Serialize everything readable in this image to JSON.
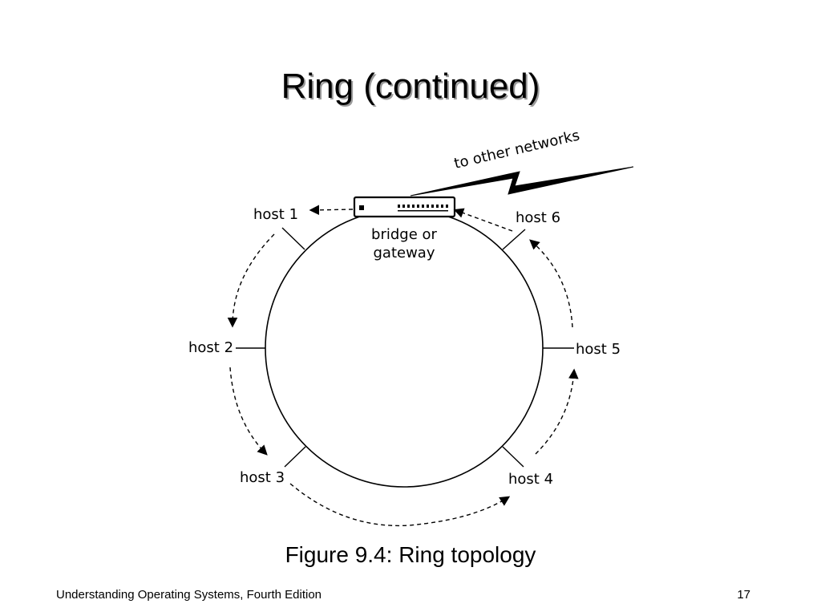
{
  "slide": {
    "title": "Ring (continued)",
    "caption": "Figure 9.4: Ring topology",
    "footer": "Understanding Operating Systems, Fourth Edition",
    "page_number": "17"
  },
  "diagram": {
    "link_label": "to other networks",
    "device_label_line1": "bridge or",
    "device_label_line2": "gateway",
    "hosts": [
      "host 1",
      "host 2",
      "host 3",
      "host 4",
      "host 5",
      "host 6"
    ]
  }
}
